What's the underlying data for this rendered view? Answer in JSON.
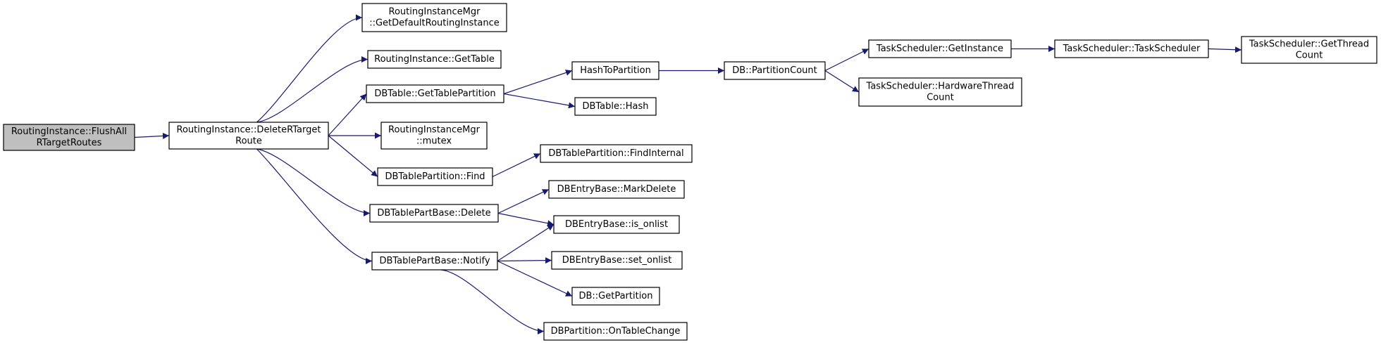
{
  "colors": {
    "edge": "#191970",
    "root_fill": "#bfbfbf",
    "node_fill": "#ffffff",
    "node_stroke": "#000000"
  },
  "nodes": [
    {
      "id": "flush",
      "lines": [
        "RoutingInstance::FlushAll",
        "RTargetRoutes"
      ],
      "root": true
    },
    {
      "id": "deletert",
      "lines": [
        "RoutingInstance::DeleteRTarget",
        "Route"
      ]
    },
    {
      "id": "getdefault",
      "lines": [
        "RoutingInstanceMgr",
        "::GetDefaultRoutingInstance"
      ]
    },
    {
      "id": "gettable",
      "lines": [
        "RoutingInstance::GetTable"
      ]
    },
    {
      "id": "gettablepart",
      "lines": [
        "DBTable::GetTablePartition"
      ]
    },
    {
      "id": "mgrmutex",
      "lines": [
        "RoutingInstanceMgr",
        "::mutex"
      ]
    },
    {
      "id": "dbtpfind",
      "lines": [
        "DBTablePartition::Find"
      ]
    },
    {
      "id": "tpbdelete",
      "lines": [
        "DBTablePartBase::Delete"
      ]
    },
    {
      "id": "tpbnotify",
      "lines": [
        "DBTablePartBase::Notify"
      ]
    },
    {
      "id": "hashtopart",
      "lines": [
        "HashToPartition"
      ]
    },
    {
      "id": "dbtablehash",
      "lines": [
        "DBTable::Hash"
      ]
    },
    {
      "id": "findinternal",
      "lines": [
        "DBTablePartition::FindInternal"
      ]
    },
    {
      "id": "markdelete",
      "lines": [
        "DBEntryBase::MarkDelete"
      ]
    },
    {
      "id": "isonlist",
      "lines": [
        "DBEntryBase::is_onlist"
      ]
    },
    {
      "id": "setonlist",
      "lines": [
        "DBEntryBase::set_onlist"
      ]
    },
    {
      "id": "getpartition",
      "lines": [
        "DB::GetPartition"
      ]
    },
    {
      "id": "ontablechange",
      "lines": [
        "DBPartition::OnTableChange"
      ]
    },
    {
      "id": "partcount",
      "lines": [
        "DB::PartitionCount"
      ]
    },
    {
      "id": "tsgetinst",
      "lines": [
        "TaskScheduler::GetInstance"
      ]
    },
    {
      "id": "tshwthread",
      "lines": [
        "TaskScheduler::HardwareThread",
        "Count"
      ]
    },
    {
      "id": "tsctor",
      "lines": [
        "TaskScheduler::TaskScheduler"
      ]
    },
    {
      "id": "tsgetthread",
      "lines": [
        "TaskScheduler::GetThread",
        "Count"
      ]
    }
  ],
  "edges": [
    [
      "flush",
      "deletert"
    ],
    [
      "deletert",
      "getdefault"
    ],
    [
      "deletert",
      "gettable"
    ],
    [
      "deletert",
      "gettablepart"
    ],
    [
      "deletert",
      "mgrmutex"
    ],
    [
      "deletert",
      "dbtpfind"
    ],
    [
      "deletert",
      "tpbdelete"
    ],
    [
      "deletert",
      "tpbnotify"
    ],
    [
      "gettablepart",
      "hashtopart"
    ],
    [
      "gettablepart",
      "dbtablehash"
    ],
    [
      "hashtopart",
      "partcount"
    ],
    [
      "partcount",
      "tsgetinst"
    ],
    [
      "partcount",
      "tshwthread"
    ],
    [
      "tsgetinst",
      "tsctor"
    ],
    [
      "tsctor",
      "tsgetthread"
    ],
    [
      "dbtpfind",
      "findinternal"
    ],
    [
      "tpbdelete",
      "markdelete"
    ],
    [
      "tpbdelete",
      "isonlist"
    ],
    [
      "tpbnotify",
      "isonlist"
    ],
    [
      "tpbnotify",
      "setonlist"
    ],
    [
      "tpbnotify",
      "getpartition"
    ],
    [
      "tpbnotify",
      "ontablechange"
    ]
  ]
}
